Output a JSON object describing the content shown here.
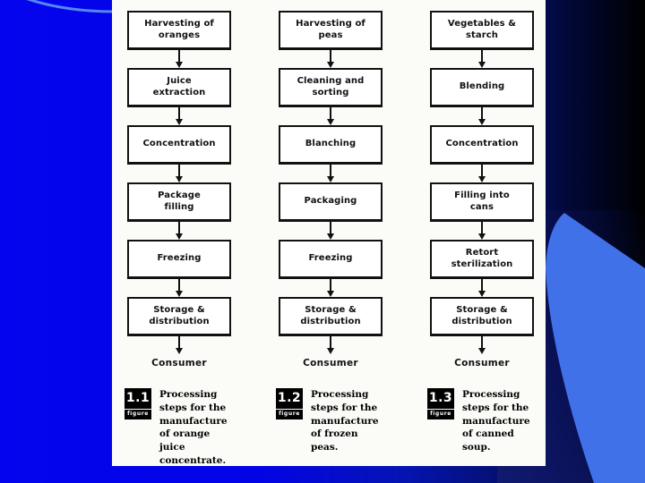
{
  "slide": {
    "colors": {
      "bright_blue": "#0404ee",
      "mid_blue": "#0414b4",
      "deep_navy": "#051070",
      "dark_end": "#000000",
      "wedge_blue": "#4171e9",
      "arc_light_blue": "#5488f0",
      "corner_navy": "#101a70",
      "panel_bg": "#fbfbf8",
      "ink": "#111111"
    }
  },
  "charts": [
    {
      "figure_number": "1.1",
      "figure_word": "figure",
      "steps": [
        "Harvesting of\noranges",
        "Juice\nextraction",
        "Concentration",
        "Package\nfilling",
        "Freezing",
        "Storage &\ndistribution"
      ],
      "consumer_label": "Consumer",
      "caption": "Processing\nsteps for the\nmanufacture\nof orange juice\nconcentrate."
    },
    {
      "figure_number": "1.2",
      "figure_word": "figure",
      "steps": [
        "Harvesting of\npeas",
        "Cleaning and\nsorting",
        "Blanching",
        "Packaging",
        "Freezing",
        "Storage &\ndistribution"
      ],
      "consumer_label": "Consumer",
      "caption": "Processing\nsteps for the\nmanufacture\nof frozen peas."
    },
    {
      "figure_number": "1.3",
      "figure_word": "figure",
      "steps": [
        "Vegetables &\nstarch",
        "Blending",
        "Concentration",
        "Filling into\ncans",
        "Retort\nsterilization",
        "Storage &\ndistribution"
      ],
      "consumer_label": "Consumer",
      "caption": "Processing\nsteps for the\nmanufacture\nof canned\nsoup."
    }
  ]
}
